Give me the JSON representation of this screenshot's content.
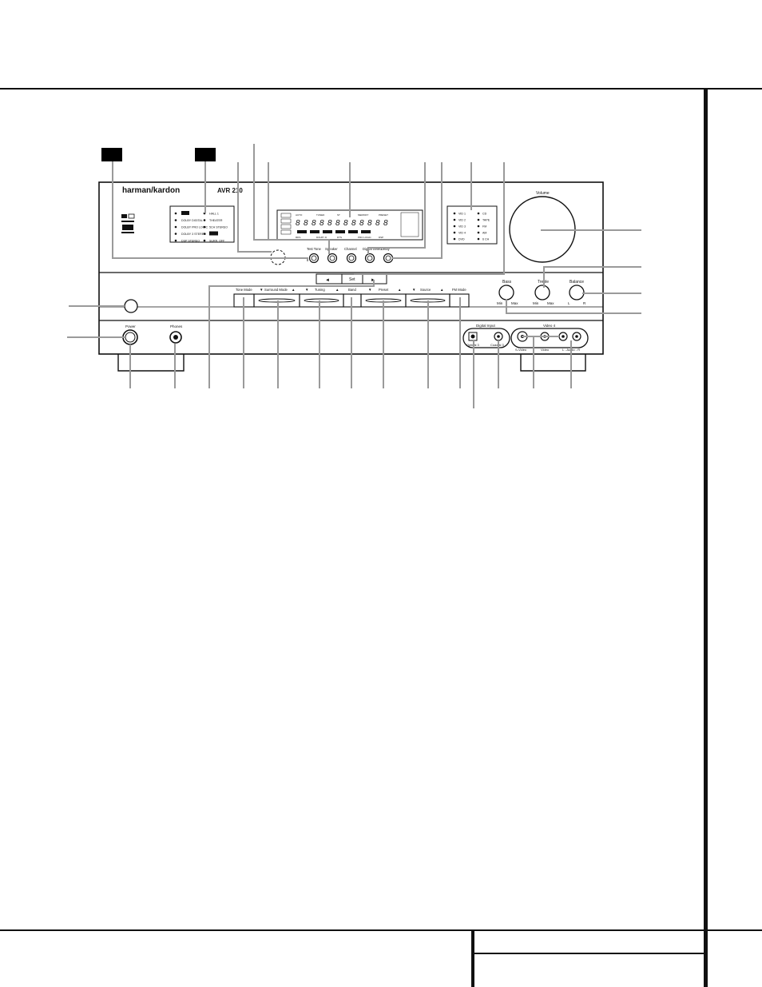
{
  "brand": "harman/kardon",
  "model": "AVR 210",
  "mode_leds": {
    "left": [
      "",
      "DOLBY DIGITAL",
      "DOLBY PRO LOGIC",
      "DOLBY 3 STEREO",
      "DSP STEREO"
    ],
    "right": [
      "HALL 1",
      "THEATER",
      "5CH STEREO",
      "",
      "SURR. OFF"
    ]
  },
  "source_leds": {
    "left": [
      "VID 1",
      "VID 2",
      "VID 3",
      "VID 4",
      "DVD"
    ],
    "right": [
      "CD",
      "TAPE",
      "FM",
      "AM",
      "6 CH"
    ]
  },
  "display_labels": [
    "AUTO",
    "TUNED",
    "ST",
    "MEMORY",
    "PRESET",
    "RDS",
    "DOLBY D",
    "DTS",
    "PRO LOGIC",
    "DSP"
  ],
  "upper_buttons": [
    "Test Tone",
    "Speaker",
    "Channel",
    "Digital Select",
    "Delay"
  ],
  "set_label": "Set",
  "function_labels": [
    "Tone Mode",
    "Surround Mode",
    "Tuning",
    "Band",
    "Preset",
    "Source",
    "FM Mode"
  ],
  "knobs": {
    "volume": "Volume",
    "bass": "Bass",
    "treble": "Treble",
    "balance": "Balance",
    "min": "Min",
    "max": "Max",
    "left": "L",
    "right": "R"
  },
  "front_labels": {
    "power": "Power",
    "phones": "Phones",
    "digital_input": "Digital Input",
    "optical": "Optical 3",
    "coaxial": "Coaxial 3",
    "video4": "Video 4",
    "svideo": "S-Video",
    "video": "Video",
    "audio": "L - Audio - R"
  },
  "colors": {
    "line": "#111111",
    "callout": "#9a9a9a",
    "marker": "#000000"
  }
}
